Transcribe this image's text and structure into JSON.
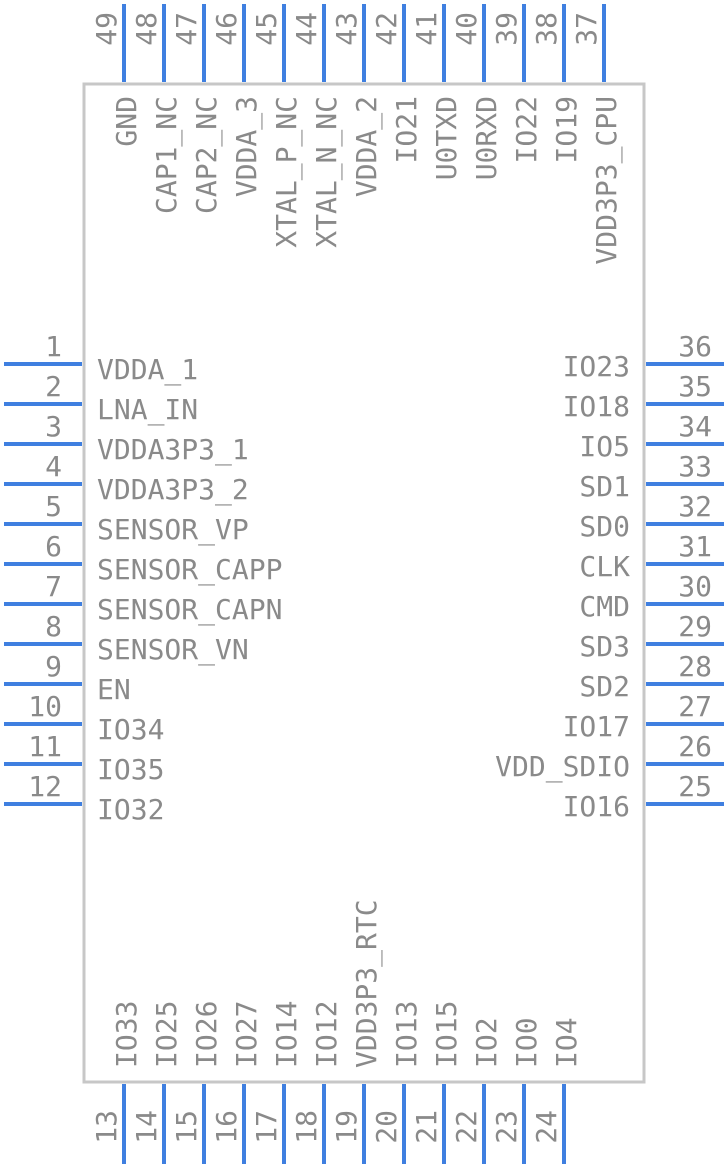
{
  "colors": {
    "pin": "#3f7fe0",
    "body_outline": "#c7c7c7",
    "text": "#8a8a8a"
  },
  "left_pins": [
    {
      "num": "1",
      "name": "VDDA_1"
    },
    {
      "num": "2",
      "name": "LNA_IN"
    },
    {
      "num": "3",
      "name": "VDDA3P3_1"
    },
    {
      "num": "4",
      "name": "VDDA3P3_2"
    },
    {
      "num": "5",
      "name": "SENSOR_VP"
    },
    {
      "num": "6",
      "name": "SENSOR_CAPP"
    },
    {
      "num": "7",
      "name": "SENSOR_CAPN"
    },
    {
      "num": "8",
      "name": "SENSOR_VN"
    },
    {
      "num": "9",
      "name": "EN"
    },
    {
      "num": "10",
      "name": "IO34"
    },
    {
      "num": "11",
      "name": "IO35"
    },
    {
      "num": "12",
      "name": "IO32"
    }
  ],
  "right_pins": [
    {
      "num": "36",
      "name": "IO23"
    },
    {
      "num": "35",
      "name": "IO18"
    },
    {
      "num": "34",
      "name": "IO5"
    },
    {
      "num": "33",
      "name": "SD1"
    },
    {
      "num": "32",
      "name": "SD0"
    },
    {
      "num": "31",
      "name": "CLK"
    },
    {
      "num": "30",
      "name": "CMD"
    },
    {
      "num": "29",
      "name": "SD3"
    },
    {
      "num": "28",
      "name": "SD2"
    },
    {
      "num": "27",
      "name": "IO17"
    },
    {
      "num": "26",
      "name": "VDD_SDIO"
    },
    {
      "num": "25",
      "name": "IO16"
    }
  ],
  "top_pins": [
    {
      "num": "49",
      "name": "GND"
    },
    {
      "num": "48",
      "name": "CAP1_NC"
    },
    {
      "num": "47",
      "name": "CAP2_NC"
    },
    {
      "num": "46",
      "name": "VDDA_3"
    },
    {
      "num": "45",
      "name": "XTAL_P_NC"
    },
    {
      "num": "44",
      "name": "XTAL_N_NC"
    },
    {
      "num": "43",
      "name": "VDDA_2"
    },
    {
      "num": "42",
      "name": "IO21"
    },
    {
      "num": "41",
      "name": "U0TXD"
    },
    {
      "num": "40",
      "name": "U0RXD"
    },
    {
      "num": "39",
      "name": "IO22"
    },
    {
      "num": "38",
      "name": "IO19"
    },
    {
      "num": "37",
      "name": "VDD3P3_CPU"
    }
  ],
  "bottom_pins": [
    {
      "num": "13",
      "name": "IO33"
    },
    {
      "num": "14",
      "name": "IO25"
    },
    {
      "num": "15",
      "name": "IO26"
    },
    {
      "num": "16",
      "name": "IO27"
    },
    {
      "num": "17",
      "name": "IO14"
    },
    {
      "num": "18",
      "name": "IO12"
    },
    {
      "num": "19",
      "name": "VDD3P3_RTC"
    },
    {
      "num": "20",
      "name": "IO13"
    },
    {
      "num": "21",
      "name": "IO15"
    },
    {
      "num": "22",
      "name": "IO2"
    },
    {
      "num": "23",
      "name": "IO0"
    },
    {
      "num": "24",
      "name": "IO4"
    }
  ]
}
